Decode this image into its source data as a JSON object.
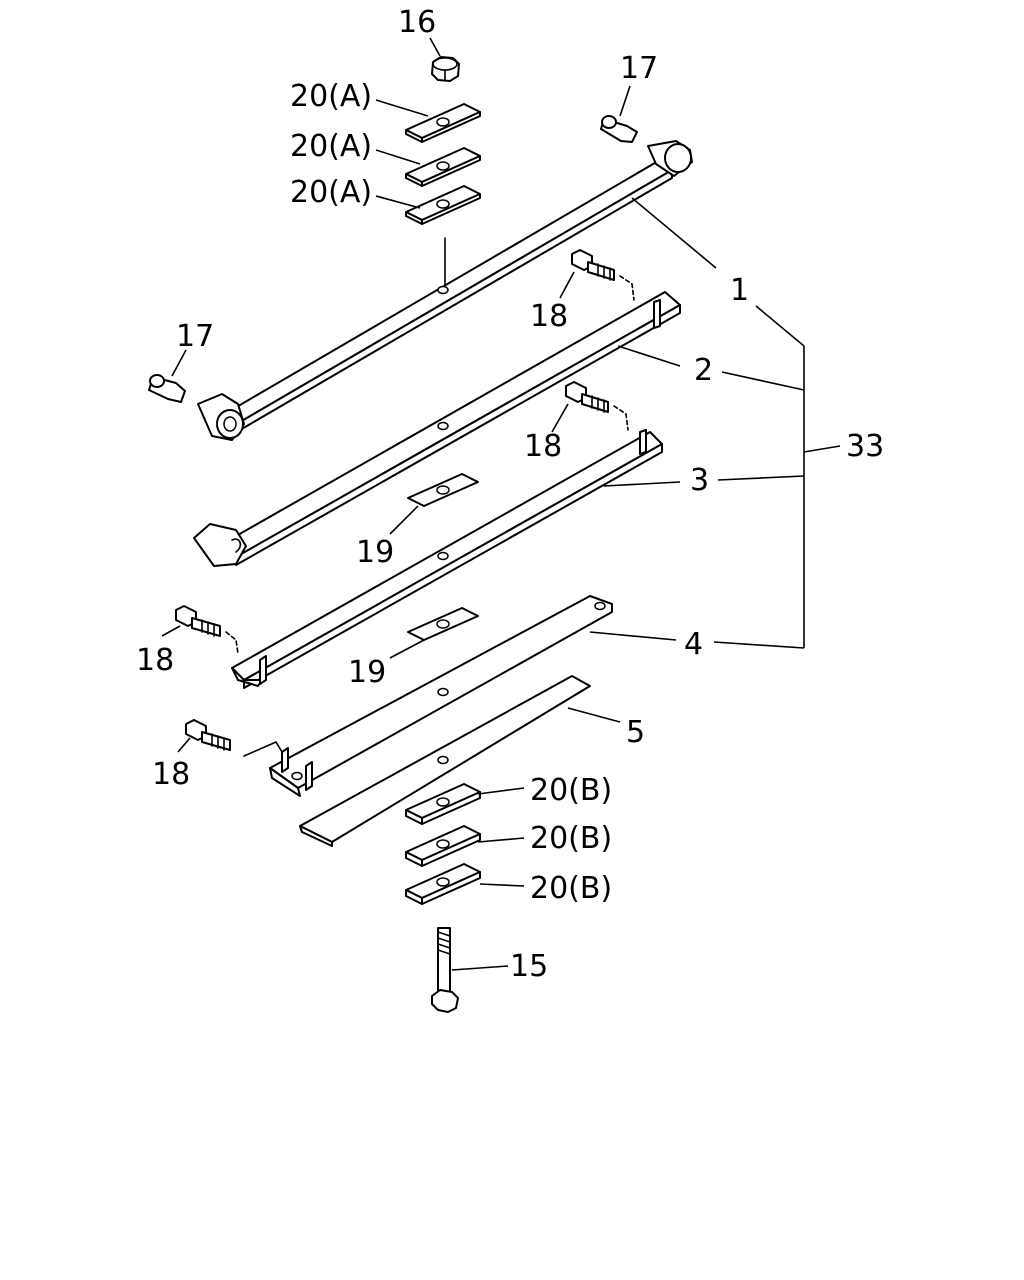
{
  "diagram": {
    "labels": {
      "p16": "16",
      "p17a": "17",
      "p17b": "17",
      "p20a1": "20(A)",
      "p20a2": "20(A)",
      "p20a3": "20(A)",
      "p1": "1",
      "p2": "2",
      "p3": "3",
      "p4": "4",
      "p5": "5",
      "p33": "33",
      "p18a": "18",
      "p18b": "18",
      "p18c": "18",
      "p18d": "18",
      "p19a": "19",
      "p19b": "19",
      "p20b1": "20(B)",
      "p20b2": "20(B)",
      "p20b3": "20(B)",
      "p15": "15"
    }
  }
}
